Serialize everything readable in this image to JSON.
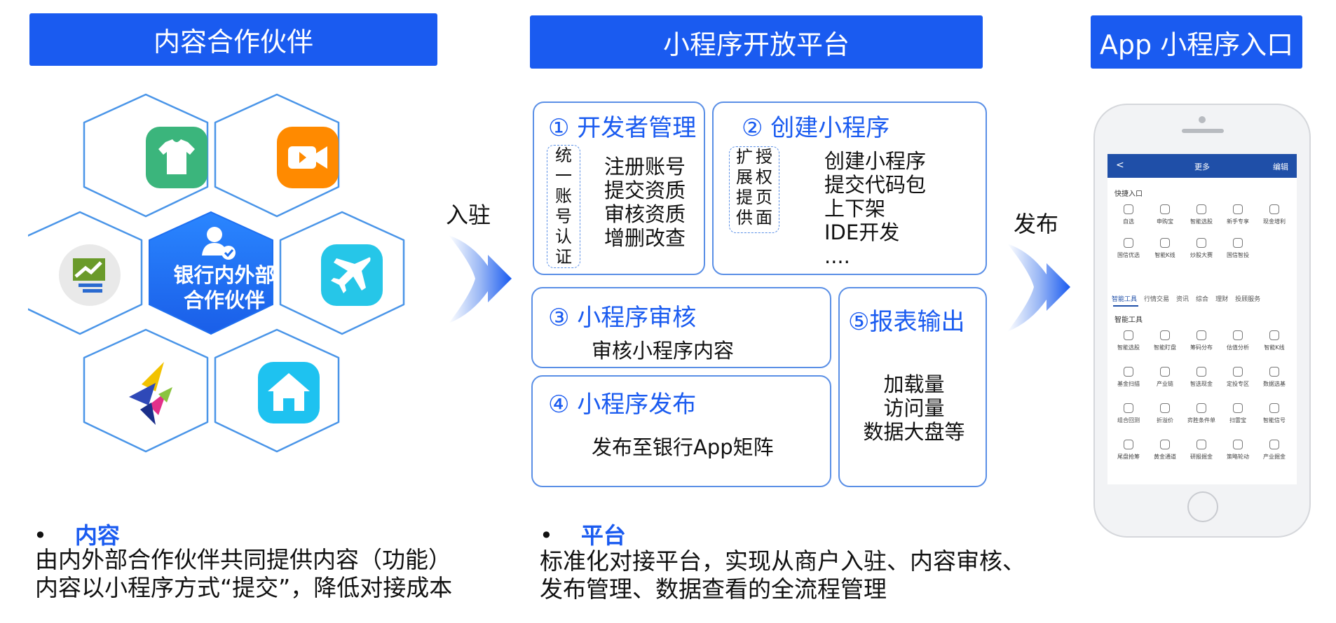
{
  "headers": {
    "partners": "内容合作伙伴",
    "platform": "小程序开放平台",
    "entry": "App 小程序入口"
  },
  "hub": {
    "line1": "银行内外部",
    "line2": "合作伙伴"
  },
  "partner_icons": [
    "tshirt-icon",
    "video-camera-icon",
    "chart-board-icon",
    "airplane-icon",
    "kite-logo-icon",
    "home-icon"
  ],
  "arrows": {
    "join": "入驻",
    "publish": "发布"
  },
  "modules": {
    "developer": {
      "title": "① 开发者管理",
      "side_chars": [
        "统",
        "一",
        "账",
        "号",
        "认",
        "证"
      ],
      "items": [
        "注册账号",
        "提交资质",
        "审核资质",
        "增删改查"
      ]
    },
    "create": {
      "title": "② 创建小程序",
      "side_col1": [
        "扩",
        "展",
        "提",
        "供"
      ],
      "side_col2": [
        "授",
        "权",
        "页",
        "面"
      ],
      "items": [
        "创建小程序",
        "提交代码包",
        "上下架",
        "IDE开发",
        "...."
      ]
    },
    "review": {
      "title": "③  小程序审核",
      "text": "审核小程序内容"
    },
    "release": {
      "title": "④  小程序发布",
      "text": "发布至银行App矩阵"
    },
    "report": {
      "title": "⑤报表输出",
      "items": [
        "加载量",
        "访问量",
        "数据大盘等"
      ]
    }
  },
  "phone": {
    "back": "<",
    "title": "更多",
    "edit": "编辑",
    "quick_title": "快捷入口",
    "quick_row1": [
      "自选",
      "申购宝",
      "智能选股",
      "新手专享",
      "现金增利"
    ],
    "quick_row2": [
      "国信优选",
      "智能K线",
      "炒股大赛",
      "国信智投"
    ],
    "tabs": [
      "智能工具",
      "行情交易",
      "资讯",
      "综合",
      "理财",
      "投顾服务"
    ],
    "tools_title": "智能工具",
    "tool_rows": [
      [
        "智能选股",
        "智能盯盘",
        "筹码分布",
        "估值分析",
        "智能K线"
      ],
      [
        "基金扫描",
        "产业链",
        "智选现金",
        "定投专区",
        "数据选基"
      ],
      [
        "组合回测",
        "折溢价",
        "弈胜条件单",
        "扫雷宝",
        "智能信号"
      ],
      [
        "尾盘抢筹",
        "黄金通道",
        "研报掘金",
        "策略轮动",
        "产业掘金"
      ]
    ]
  },
  "bottom": {
    "content": {
      "bullet": "•",
      "heading": "内容",
      "lines": [
        "由内外部合作伙伴共同提供内容（功能）",
        "内容以小程序方式“提交”，降低对接成本"
      ]
    },
    "platform": {
      "bullet": "•",
      "heading": "平台",
      "lines": [
        "标准化对接平台，实现从商户入驻、内容审核、",
        "发布管理、数据查看的全流程管理"
      ]
    }
  },
  "colors": {
    "brand_blue": "#1a5bf0",
    "tshirt_green": "#3bb57c",
    "video_orange": "#ff8a00",
    "plane_cyan": "#26c6e8",
    "home_cyan": "#1ec2f0",
    "hub_blue": "#1e6ff0"
  }
}
